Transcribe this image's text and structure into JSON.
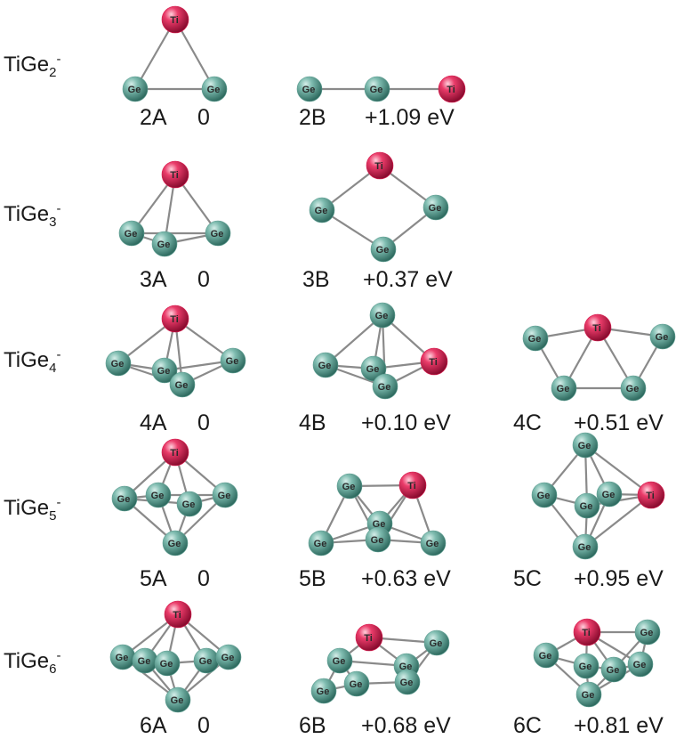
{
  "colors": {
    "ge": "#5f9e92",
    "ti": "#d81b4e",
    "bond": "#8a8a8a"
  },
  "atom_labels": {
    "ge": "Ge",
    "ti": "Ti"
  },
  "rows": [
    {
      "base": "TiGe",
      "sub": "2",
      "sup": "-",
      "structures": [
        {
          "id": "2A",
          "energy": "0"
        },
        {
          "id": "2B",
          "energy": "+1.09 eV"
        }
      ]
    },
    {
      "base": "TiGe",
      "sub": "3",
      "sup": "-",
      "structures": [
        {
          "id": "3A",
          "energy": "0"
        },
        {
          "id": "3B",
          "energy": "+0.37 eV"
        }
      ]
    },
    {
      "base": "TiGe",
      "sub": "4",
      "sup": "-",
      "structures": [
        {
          "id": "4A",
          "energy": "0"
        },
        {
          "id": "4B",
          "energy": "+0.10 eV"
        },
        {
          "id": "4C",
          "energy": "+0.51 eV"
        }
      ]
    },
    {
      "base": "TiGe",
      "sub": "5",
      "sup": "-",
      "structures": [
        {
          "id": "5A",
          "energy": "0"
        },
        {
          "id": "5B",
          "energy": "+0.63 eV"
        },
        {
          "id": "5C",
          "energy": "+0.95 eV"
        }
      ]
    },
    {
      "base": "TiGe",
      "sub": "6",
      "sup": "-",
      "structures": [
        {
          "id": "6A",
          "energy": "0"
        },
        {
          "id": "6B",
          "energy": "+0.68 eV"
        },
        {
          "id": "6C",
          "energy": "+0.81 eV"
        }
      ]
    }
  ]
}
